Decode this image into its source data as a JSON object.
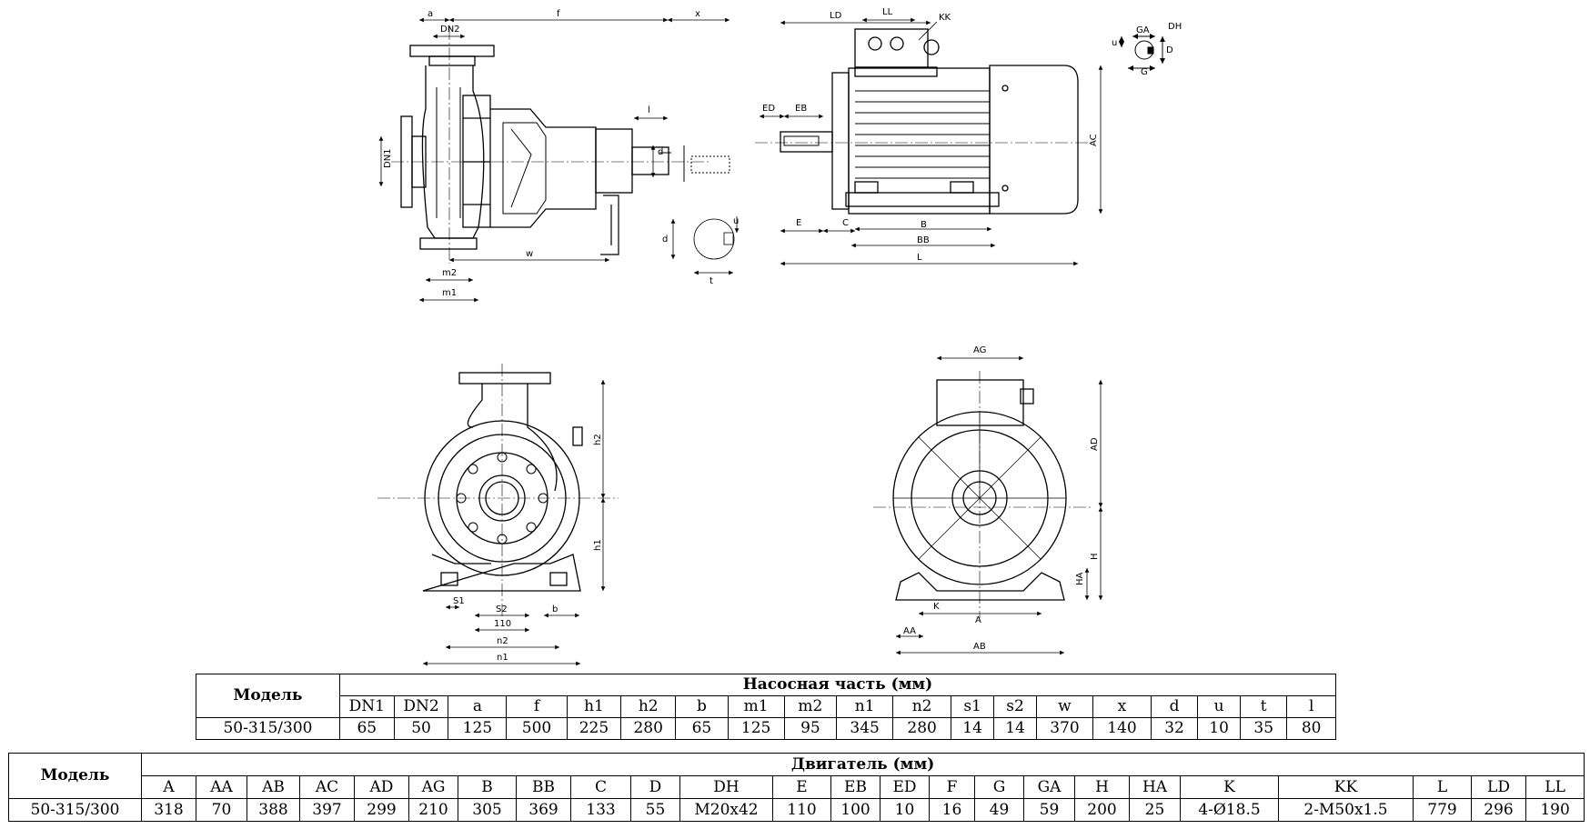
{
  "drawing": {
    "side_view_labels": [
      "a",
      "DN2",
      "f",
      "x",
      "DN1",
      "l",
      "d",
      "d",
      "u",
      "t",
      "m2",
      "m1",
      "w"
    ],
    "motor_side_labels": [
      "LD",
      "LL",
      "KK",
      "ED",
      "EB",
      "E",
      "C",
      "B",
      "BB",
      "L",
      "AC"
    ],
    "shaft_key_labels": [
      "GA",
      "DH",
      "u",
      "D",
      "G"
    ],
    "pump_front_labels": [
      "h2",
      "h1",
      "S1",
      "S2",
      "110",
      "b",
      "n2",
      "n1"
    ],
    "motor_front_labels": [
      "AG",
      "AD",
      "H",
      "HA",
      "K",
      "A",
      "AA",
      "AB"
    ]
  },
  "pump_table": {
    "model_header": "Модель",
    "group_header": "Насосная часть (мм)",
    "columns": [
      "DN1",
      "DN2",
      "a",
      "f",
      "h1",
      "h2",
      "b",
      "m1",
      "m2",
      "n1",
      "n2",
      "s1",
      "s2",
      "w",
      "x",
      "d",
      "u",
      "t",
      "l"
    ],
    "rows": [
      {
        "model": "50-315/300",
        "values": [
          "65",
          "50",
          "125",
          "500",
          "225",
          "280",
          "65",
          "125",
          "95",
          "345",
          "280",
          "14",
          "14",
          "370",
          "140",
          "32",
          "10",
          "35",
          "80"
        ]
      }
    ]
  },
  "motor_table": {
    "model_header": "Модель",
    "group_header": "Двигатель (мм)",
    "columns": [
      "A",
      "AA",
      "AB",
      "AC",
      "AD",
      "AG",
      "B",
      "BB",
      "C",
      "D",
      "DH",
      "E",
      "EB",
      "ED",
      "F",
      "G",
      "GA",
      "H",
      "HA",
      "K",
      "KK",
      "L",
      "LD",
      "LL"
    ],
    "rows": [
      {
        "model": "50-315/300",
        "values": [
          "318",
          "70",
          "388",
          "397",
          "299",
          "210",
          "305",
          "369",
          "133",
          "55",
          "M20x42",
          "110",
          "100",
          "10",
          "16",
          "49",
          "59",
          "200",
          "25",
          "4-Ø18.5",
          "2-M50x1.5",
          "779",
          "296",
          "190"
        ]
      }
    ]
  }
}
